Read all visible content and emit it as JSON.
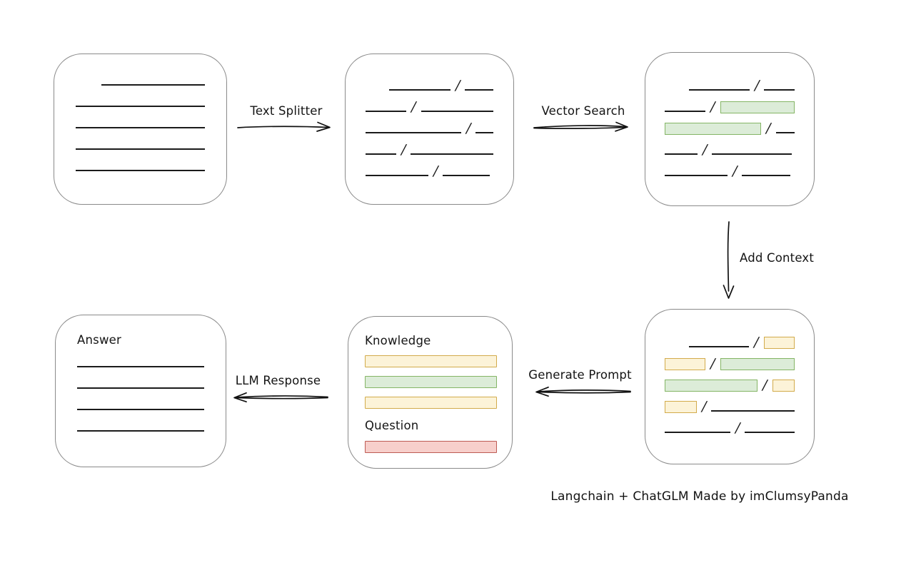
{
  "caption": "Langchain + ChatGLM Made by imClumsyPanda",
  "slash_glyph": "/",
  "colors": {
    "line": "#1b1b1b",
    "box_border": "#8a8a8a",
    "green_fill": "#dcecd8",
    "green_stroke": "#84b565",
    "yellow_fill": "#fcf3d8",
    "yellow_stroke": "#d2ab4b",
    "red_fill": "#f7cfcb",
    "red_stroke": "#bd5b54",
    "arrow": "#111111"
  },
  "arrows": {
    "text_splitter": {
      "label": "Text Splitter",
      "direction": "right"
    },
    "vector_search": {
      "label": "Vector Search",
      "direction": "right"
    },
    "add_context": {
      "label": "Add Context",
      "direction": "down"
    },
    "generate_prompt": {
      "label": "Generate Prompt",
      "direction": "left"
    },
    "llm_response": {
      "label": "LLM Response",
      "direction": "left"
    }
  },
  "prompt_box": {
    "knowledge_label": "Knowledge",
    "question_label": "Question",
    "knowledge_bars": [
      "yl",
      "gr",
      "yl"
    ],
    "question_bars": [
      "rd"
    ]
  },
  "answer_box": {
    "label": "Answer"
  },
  "rows": {
    "document": [
      [
        [
          "sp",
          30
        ],
        [
          "ln",
          150
        ]
      ],
      [
        [
          "ln",
          182
        ]
      ],
      [
        [
          "ln",
          182
        ]
      ],
      [
        [
          "ln",
          182
        ]
      ],
      [
        [
          "ln",
          182
        ]
      ]
    ],
    "chunks": [
      [
        [
          "sp",
          28
        ],
        [
          "ln",
          92
        ],
        [
          "sl"
        ],
        [
          "ln",
          43
        ]
      ],
      [
        [
          "ln",
          60
        ],
        [
          "sl"
        ],
        [
          "ln",
          106
        ]
      ],
      [
        [
          "ln",
          140
        ],
        [
          "sl"
        ],
        [
          "ln",
          26
        ]
      ],
      [
        [
          "ln",
          44
        ],
        [
          "sl"
        ],
        [
          "ln",
          118
        ]
      ],
      [
        [
          "ln",
          88
        ],
        [
          "sl"
        ],
        [
          "ln",
          66
        ]
      ]
    ],
    "search_result": [
      [
        [
          "sp",
          30
        ],
        [
          "ln",
          92
        ],
        [
          "sl"
        ],
        [
          "ln",
          47
        ]
      ],
      [
        [
          "ln",
          60
        ],
        [
          "sl"
        ],
        [
          "gr",
          109
        ]
      ],
      [
        [
          "gr",
          138
        ],
        [
          "sl"
        ],
        [
          "ln",
          27
        ]
      ],
      [
        [
          "ln",
          46
        ],
        [
          "sl"
        ],
        [
          "ln",
          112
        ]
      ],
      [
        [
          "ln",
          88
        ],
        [
          "sl"
        ],
        [
          "ln",
          68
        ]
      ]
    ],
    "context": [
      [
        [
          "sp",
          30
        ],
        [
          "ln",
          92
        ],
        [
          "sl"
        ],
        [
          "yl",
          47
        ]
      ],
      [
        [
          "yl",
          60
        ],
        [
          "sl"
        ],
        [
          "gr",
          109
        ]
      ],
      [
        [
          "gr",
          138
        ],
        [
          "sl"
        ],
        [
          "yl",
          33
        ]
      ],
      [
        [
          "yl",
          45
        ],
        [
          "sl"
        ],
        [
          "ln",
          118
        ]
      ],
      [
        [
          "ln",
          92
        ],
        [
          "sl"
        ],
        [
          "ln",
          70
        ]
      ]
    ],
    "answer": [
      [
        [
          "ln",
          180
        ]
      ],
      [
        [
          "ln",
          180
        ]
      ],
      [
        [
          "ln",
          180
        ]
      ],
      [
        [
          "ln",
          180
        ]
      ]
    ]
  }
}
